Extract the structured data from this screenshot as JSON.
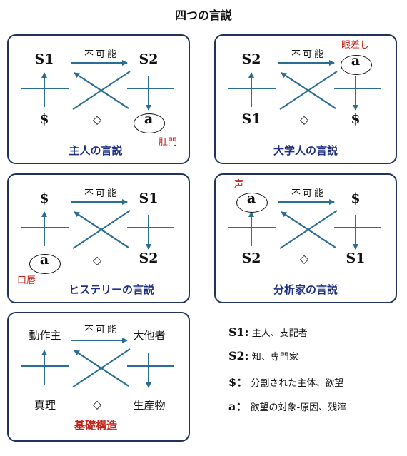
{
  "title": "四つの言説",
  "impossible": "不可能",
  "diamond": "◇",
  "panels": {
    "master": {
      "tl": "S1",
      "tr": "S2",
      "bl": "$",
      "br": "a",
      "caption": "主人の言説",
      "note": "肛門"
    },
    "university": {
      "tl": "S2",
      "tr": "a",
      "bl": "S1",
      "br": "$",
      "caption": "大学人の言説",
      "note": "眼差し"
    },
    "hysteric": {
      "tl": "$",
      "tr": "S1",
      "bl": "a",
      "br": "S2",
      "caption": "ヒステリーの言説",
      "note": "口唇"
    },
    "analyst": {
      "tl": "a",
      "tr": "$",
      "bl": "S2",
      "br": "S1",
      "caption": "分析家の言説",
      "note": "声"
    },
    "basic": {
      "tl": "動作主",
      "tr": "大他者",
      "bl": "真理",
      "br": "生産物",
      "caption": "基礎構造"
    }
  },
  "legend": [
    {
      "key": "S1:",
      "text": "主人、支配者"
    },
    {
      "key": "S2:",
      "text": "知、専門家"
    },
    {
      "key": "$：",
      "text": "分割された主体、欲望"
    },
    {
      "key": "a：",
      "text": "欲望の対象-原因、残滓"
    }
  ],
  "colors": {
    "arrow": "#2a6e92",
    "border": "#22335a",
    "caption": "#1f2f80",
    "accent": "#c0231a"
  }
}
